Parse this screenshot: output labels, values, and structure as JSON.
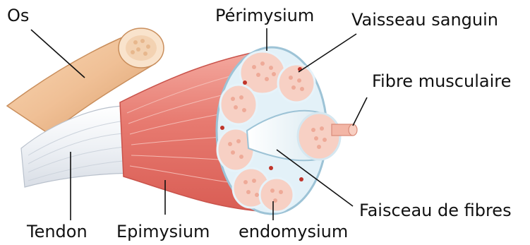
{
  "labels": {
    "os": "Os",
    "perimysium": "Périmysium",
    "vaisseau_sanguin": "Vaisseau sanguin",
    "fibre_musculaire": "Fibre musculaire",
    "faisceau_de_fibres": "Faisceau de fibres",
    "tendon": "Tendon",
    "epimysium": "Epimysium",
    "endomysium": "endomysium"
  },
  "colors": {
    "bone": "#f2c79e",
    "muscle": "#e8847a",
    "fascicle_fill": "#f7d0c4",
    "sheath": "#d8ecf5",
    "tendon": "#f1f3f6",
    "vessel": "#c0352b"
  }
}
